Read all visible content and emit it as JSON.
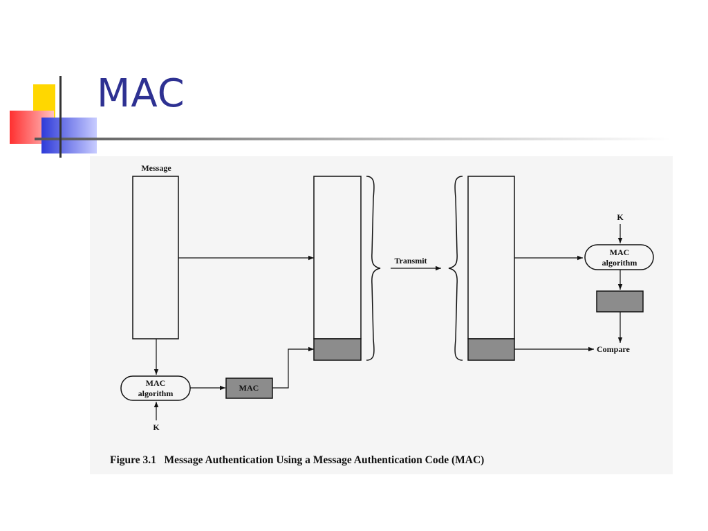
{
  "slide": {
    "title": "MAC"
  },
  "diagram": {
    "message_label": "Message",
    "sender_mac_algorithm": [
      "MAC",
      "algorithm"
    ],
    "sender_key_label": "K",
    "mac_box_label": "MAC",
    "transmit_label": "Transmit",
    "receiver_key_label": "K",
    "receiver_mac_algorithm": [
      "MAC",
      "algorithm"
    ],
    "compare_label": "Compare"
  },
  "caption": {
    "figure_number": "Figure 3.1",
    "text": "Message Authentication Using a Message Authentication Code (MAC)"
  },
  "colors": {
    "title": "#2e3192",
    "mac_fill": "#8c8c8c",
    "deco_yellow": "#ffd700",
    "deco_blue": "#2e3ad8",
    "deco_red": "#ff4040"
  }
}
